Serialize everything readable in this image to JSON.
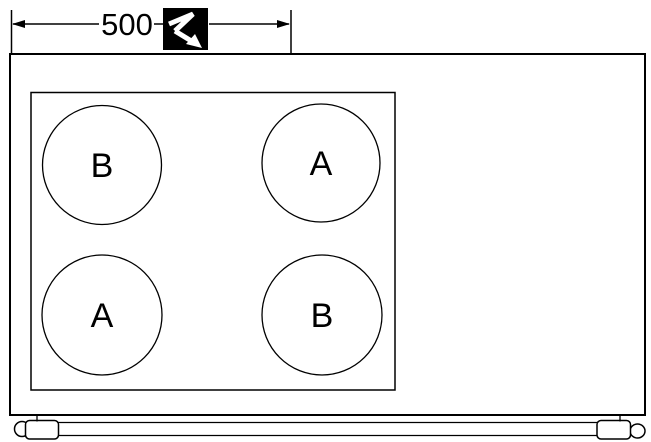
{
  "page": {
    "background": "#ffffff",
    "line_color": "#000000",
    "title": "cooktop-top-view-dimension-drawing"
  },
  "dimension": {
    "value": "500"
  },
  "flash_icon": {
    "name": "flash-arrow-icon",
    "background": "#000000",
    "glyph_color": "#ffffff"
  },
  "burners": {
    "top_left": "B",
    "top_right": "A",
    "bottom_left": "A",
    "bottom_right": "B"
  }
}
